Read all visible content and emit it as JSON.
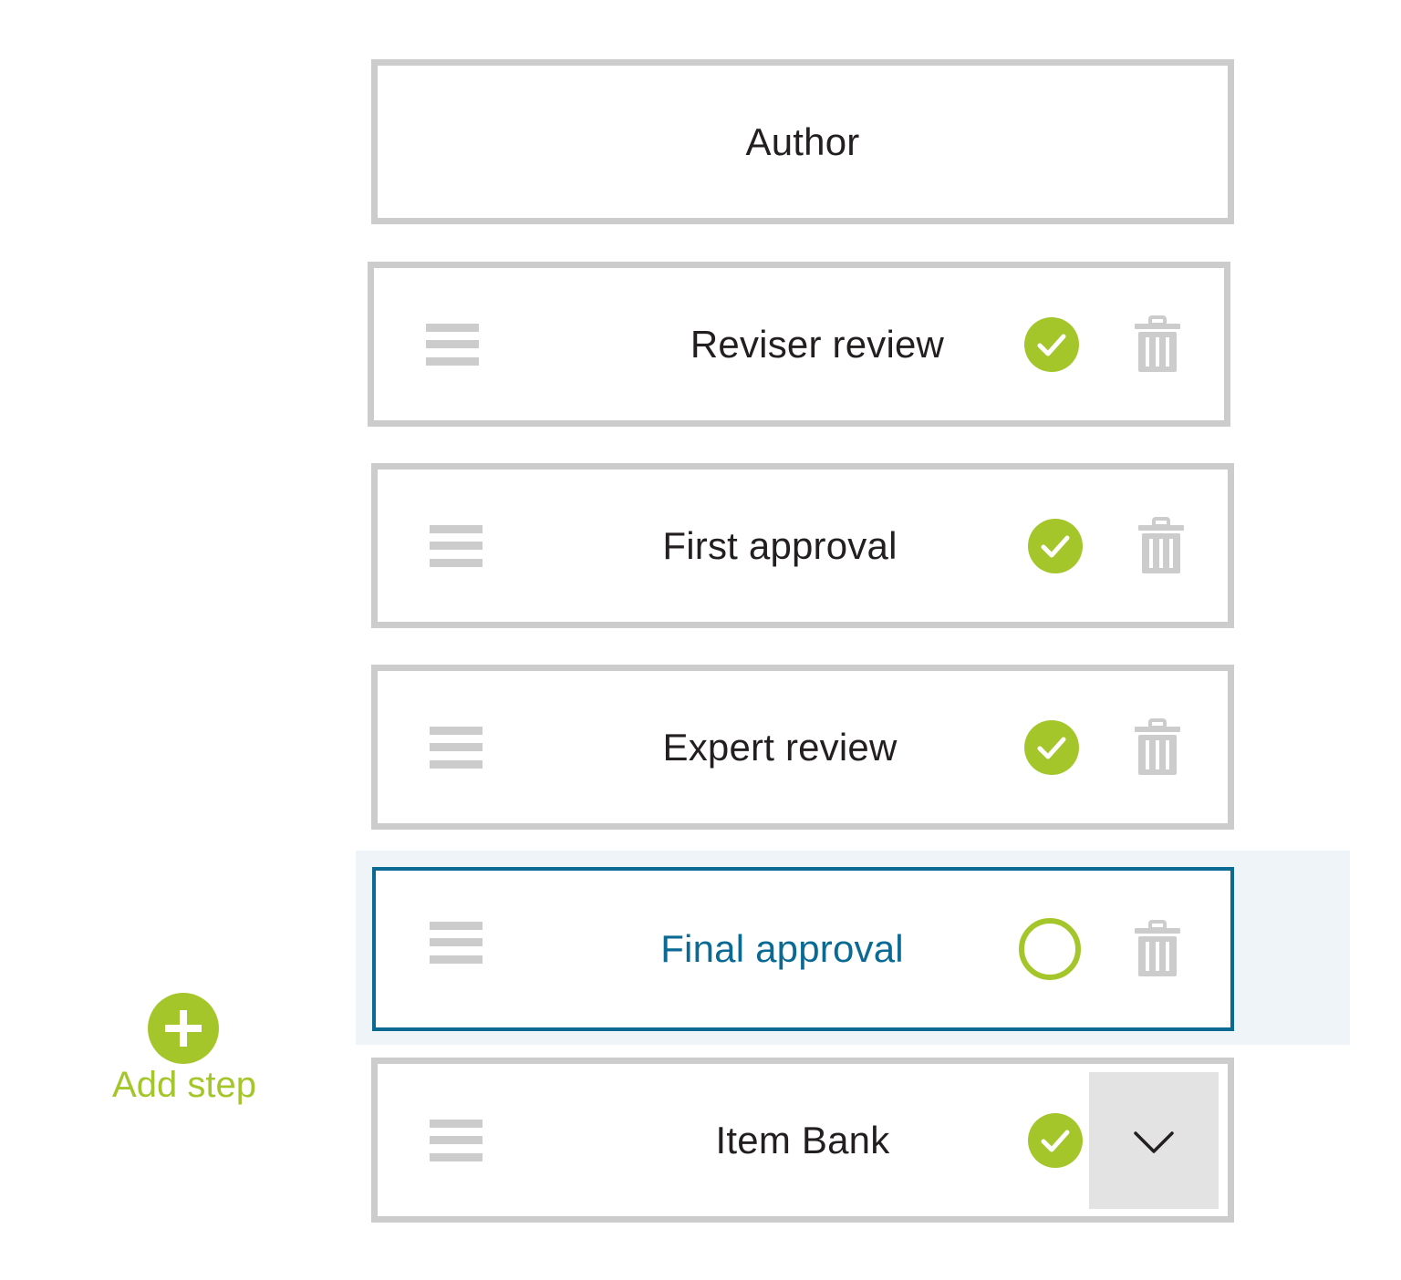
{
  "workflow": {
    "steps": [
      {
        "label": "Author",
        "status": "none",
        "has_drag": false,
        "has_delete": false
      },
      {
        "label": "Reviser review",
        "status": "complete",
        "has_drag": true,
        "has_delete": true
      },
      {
        "label": "First approval",
        "status": "complete",
        "has_drag": true,
        "has_delete": true
      },
      {
        "label": "Expert review",
        "status": "complete",
        "has_drag": true,
        "has_delete": true
      },
      {
        "label": "Final approval",
        "status": "pending",
        "has_drag": true,
        "has_delete": true,
        "selected": true
      },
      {
        "label": "Item Bank",
        "status": "complete",
        "has_drag": true,
        "has_delete": false,
        "has_dropdown": true
      }
    ]
  },
  "add_step": {
    "label": "Add step",
    "icon": "plus-circle-icon"
  },
  "icons": {
    "drag": "drag-handle-icon",
    "complete": "check-circle-icon",
    "pending": "empty-circle-icon",
    "delete": "trash-icon",
    "dropdown": "chevron-down-icon"
  },
  "colors": {
    "accent_green": "#a4c62b",
    "selected_blue": "#0b6a94",
    "border_gray": "#cccccc",
    "highlight_bg": "#eef4f7",
    "text_dark": "#231f20",
    "dropdown_bg": "#e3e3e3"
  }
}
